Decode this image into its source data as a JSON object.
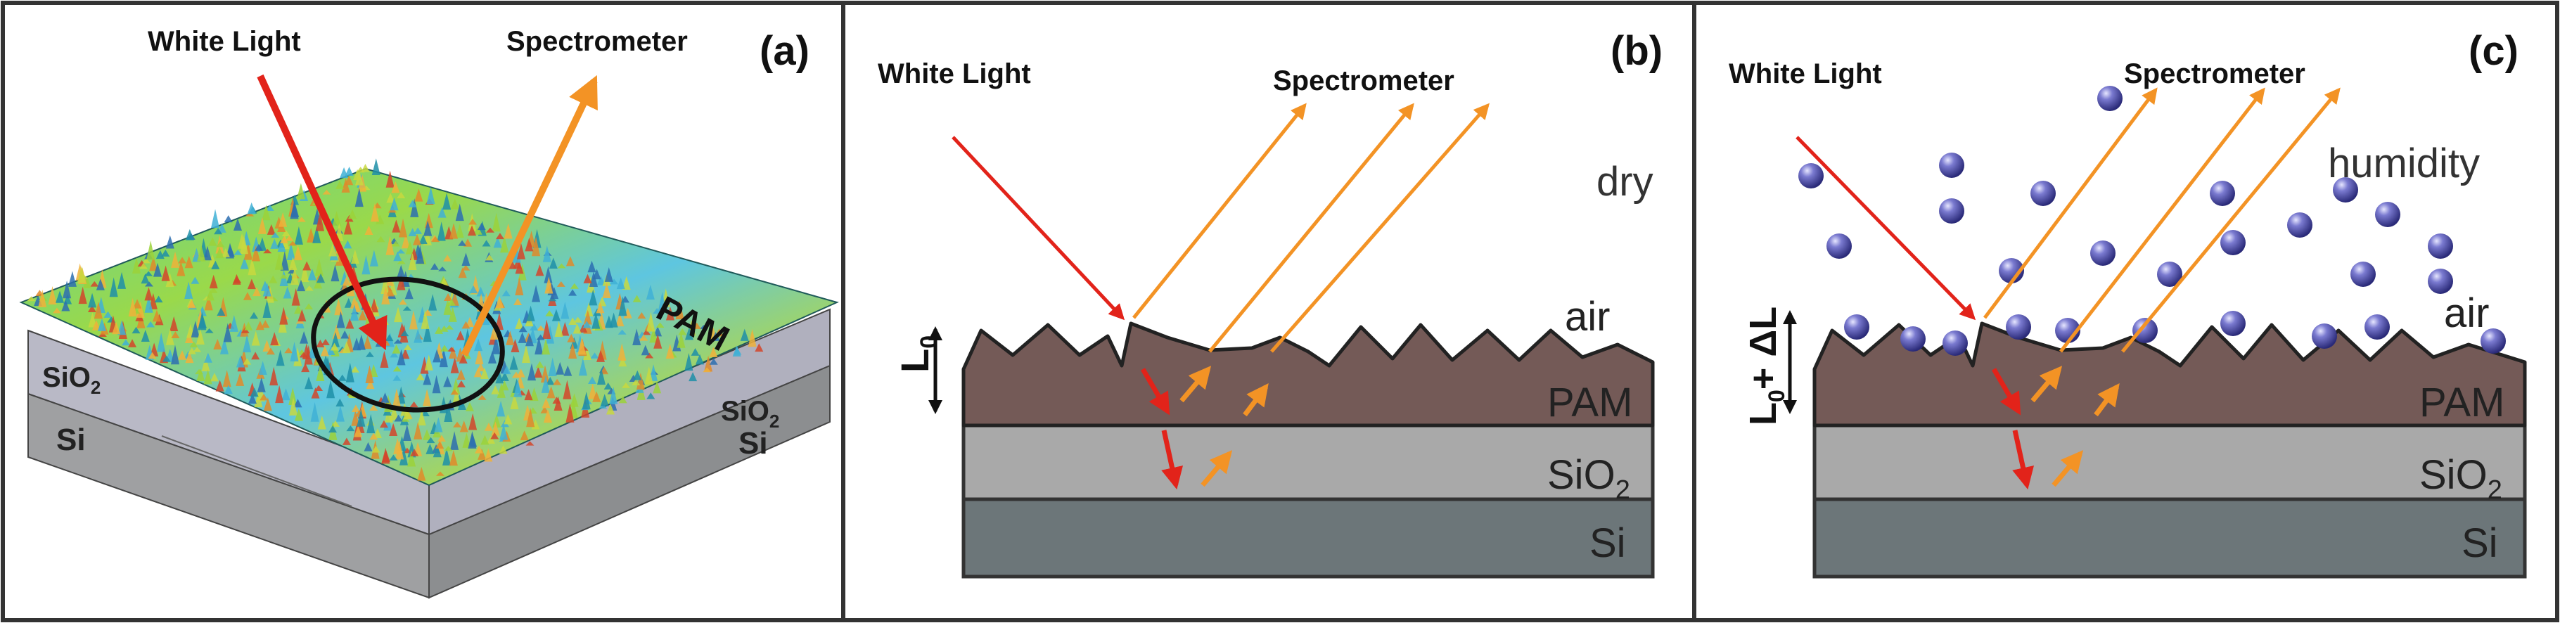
{
  "panels": {
    "a": {
      "tag": "(a)",
      "white_light": "White Light",
      "spectrometer": "Spectrometer",
      "pam_label": "PAM",
      "sio2_left": "SiO",
      "sio2_left_sub": "2",
      "sio2_right": "SiO",
      "sio2_right_sub": "2",
      "si_left": "Si",
      "si_right": "Si"
    },
    "b": {
      "tag": "(b)",
      "white_light": "White Light",
      "spectrometer": "Spectrometer",
      "condition": "dry",
      "air": "air",
      "pam": "PAM",
      "sio2": "SiO",
      "sio2_sub": "2",
      "si": "Si",
      "thickness": "L",
      "thickness_sub": "0"
    },
    "c": {
      "tag": "(c)",
      "white_light": "White Light",
      "spectrometer": "Spectrometer",
      "condition": "humidity",
      "air": "air",
      "pam": "PAM",
      "sio2": "SiO",
      "sio2_sub": "2",
      "si": "Si",
      "thickness": "L",
      "thickness_sub": "0",
      "thickness_delta": "+ ΔL"
    }
  },
  "colors": {
    "white_light_arrow": "#e2231a",
    "spectrometer_arrow": "#f39325",
    "pam_layer": "#745a57",
    "sio2_layer": "#a9a9a9",
    "si_layer": "#6c7679",
    "molecule": "#5050a8",
    "frame": "#333333"
  },
  "icons": [
    "water-molecule-icon",
    "arrow-icon",
    "double-arrow-icon"
  ]
}
